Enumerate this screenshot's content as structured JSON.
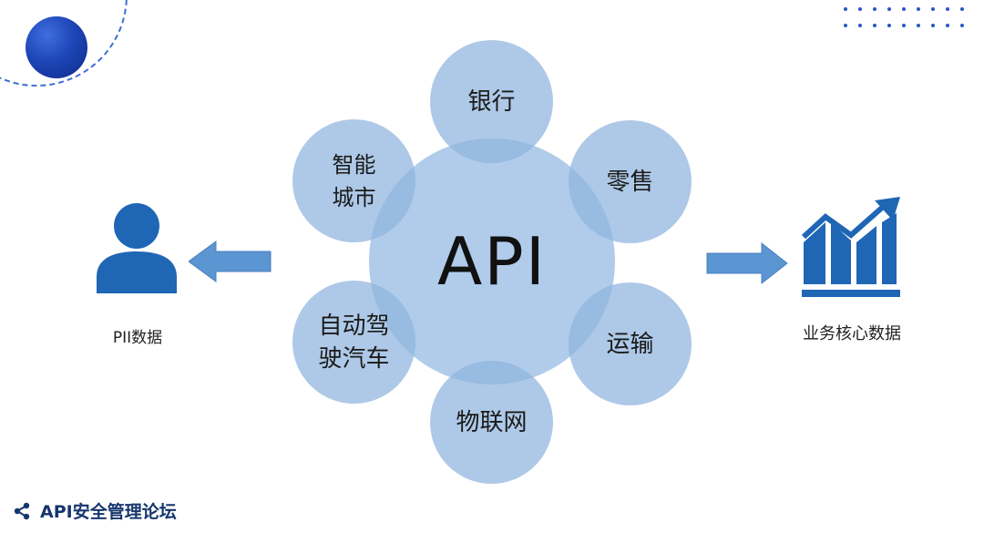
{
  "diagram": {
    "center": "API",
    "satellites": {
      "bank": "银行",
      "retail": "零售",
      "transport": "运输",
      "iot": "物联网",
      "autonomous": "自动驾\n驶汽车",
      "smart_city": "智能\n城市"
    },
    "left_caption": "PII数据",
    "right_caption": "业务核心数据"
  },
  "footer": {
    "title": "API安全管理论坛"
  },
  "icons": {
    "person": "person-icon",
    "chart": "growth-chart-icon",
    "share": "share-icon"
  },
  "colors": {
    "circle_fill": "#8fb4de",
    "arrow": "#5b95d2",
    "icon_blue": "#1f66b5",
    "footer_text": "#16366e",
    "accent": "#1e46b8"
  }
}
